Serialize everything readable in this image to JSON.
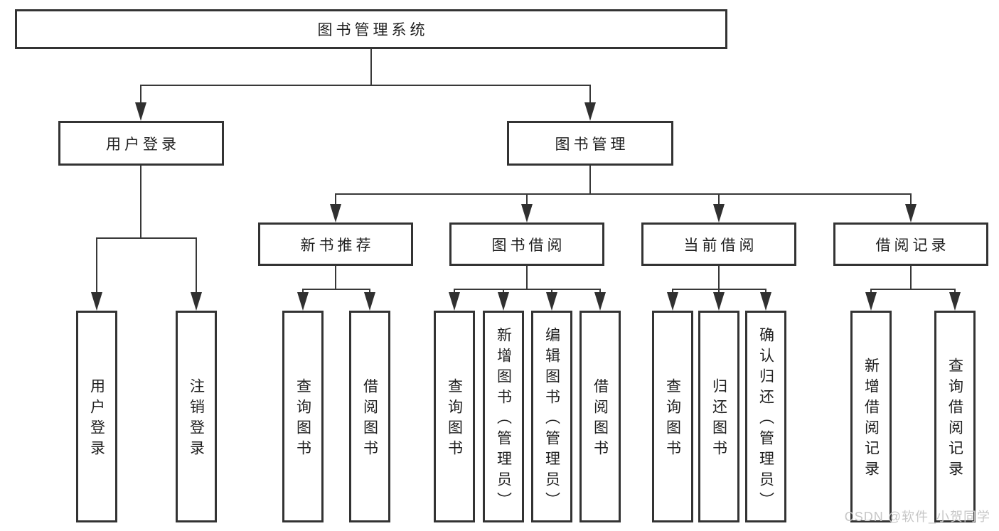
{
  "root": {
    "label": "图书管理系统"
  },
  "sections": [
    {
      "label": "用户登录",
      "children": [
        {
          "label": "用户登录"
        },
        {
          "label": "注销登录"
        }
      ]
    },
    {
      "label": "图书管理",
      "children": [
        {
          "label": "新书推荐",
          "children": [
            {
              "label": "查询图书"
            },
            {
              "label": "借阅图书"
            }
          ]
        },
        {
          "label": "图书借阅",
          "children": [
            {
              "label": "查询图书"
            },
            {
              "label": "新增图书（管理员）"
            },
            {
              "label": "编辑图书（管理员）"
            },
            {
              "label": "借阅图书"
            }
          ]
        },
        {
          "label": "当前借阅",
          "children": [
            {
              "label": "查询图书"
            },
            {
              "label": "归还图书"
            },
            {
              "label": "确认归还（管理员）"
            }
          ]
        },
        {
          "label": "借阅记录",
          "children": [
            {
              "label": "新增借阅记录"
            },
            {
              "label": "查询借阅记录"
            }
          ]
        }
      ]
    }
  ],
  "watermark": {
    "text": "CSDN @软件_小贺同学"
  },
  "colors": {
    "background": "#ffffff",
    "border": "#333333",
    "line": "#383838",
    "text": "#1f1f1f",
    "watermark": "#c7c7c7"
  }
}
